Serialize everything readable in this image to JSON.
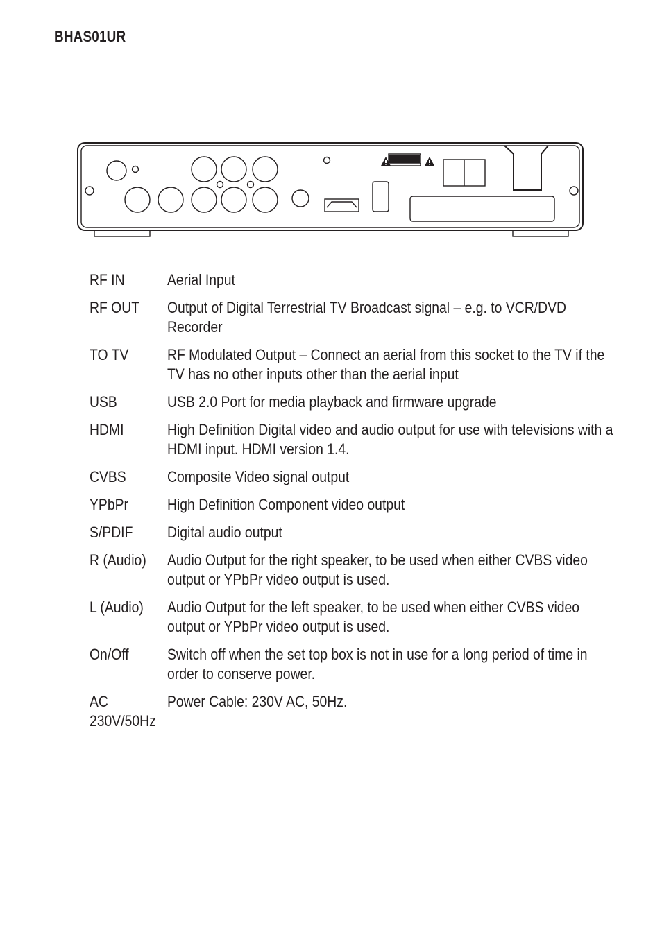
{
  "header": {
    "model_code": "BHAS01UR"
  },
  "specs": [
    {
      "term": "RF IN",
      "desc": "Aerial Input"
    },
    {
      "term": "RF OUT",
      "desc": "Output of Digital Terrestrial TV Broadcast signal – e.g. to VCR/DVD Recorder"
    },
    {
      "term": "TO TV",
      "desc": "RF Modulated Output – Connect an aerial from this socket to the TV if the TV has no other inputs other than the aerial input"
    },
    {
      "term": "USB",
      "desc": "USB 2.0 Port for media playback and firmware upgrade"
    },
    {
      "term": "HDMI",
      "desc": "High Definition Digital video and audio output for use with televisions with a HDMI input. HDMI version 1.4."
    },
    {
      "term": "CVBS",
      "desc": "Composite Video signal output"
    },
    {
      "term": "YPbPr",
      "desc": "High Definition Component video output"
    },
    {
      "term": "S/PDIF",
      "desc": "Digital audio output"
    },
    {
      "term": "R (Audio)",
      "desc": "Audio Output for the right speaker, to be used when either CVBS video output or YPbPr video output is used."
    },
    {
      "term": "L (Audio)",
      "desc": "Audio Output for the left speaker, to be used when either CVBS video output or YPbPr video output is used."
    },
    {
      "term": "On/Off",
      "desc": "Switch off when the set top box is not in use for a long period of time in order to conserve power."
    },
    {
      "term": "AC 230V/50Hz",
      "desc": "Power Cable: 230V AC, 50Hz."
    }
  ],
  "icons": {
    "warning_left": "warning-triangle-icon",
    "warning_right": "warning-triangle-icon"
  },
  "colors": {
    "ink": "#231f20",
    "paper": "#ffffff"
  }
}
